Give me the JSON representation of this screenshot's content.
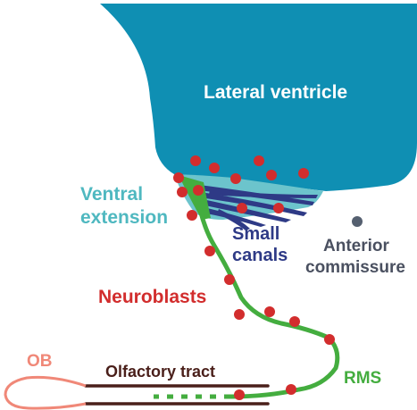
{
  "labels": {
    "lateral_ventricle": "Lateral ventricle",
    "ventral_extension_line1": "Ventral",
    "ventral_extension_line2": "extension",
    "small_canals_line1": "Small",
    "small_canals_line2": "canals",
    "anterior_commissure_line1": "Anterior",
    "anterior_commissure_line2": "commissure",
    "neuroblasts": "Neuroblasts",
    "ob": "OB",
    "olfactory_tract": "Olfactory tract",
    "rms": "RMS"
  },
  "colors": {
    "ventricle": "#0f8fb3",
    "ventral_extension": "#6cc4cc",
    "small_canals": "#2e3a86",
    "neuroblast": "#d22d2d",
    "rms": "#44ad3f",
    "olfactory_tract": "#4a1f1a",
    "ob": "#f08878",
    "anterior_commissure": "#556070",
    "neuroblasts_text": "#d22d2d",
    "ob_text": "#f08878",
    "rms_text": "#44ad3f",
    "ventral_text": "#4fb8c0",
    "canals_text": "#2e3a86",
    "commissure_text": "#4a5060",
    "tract_text": "#4a1f1a"
  }
}
